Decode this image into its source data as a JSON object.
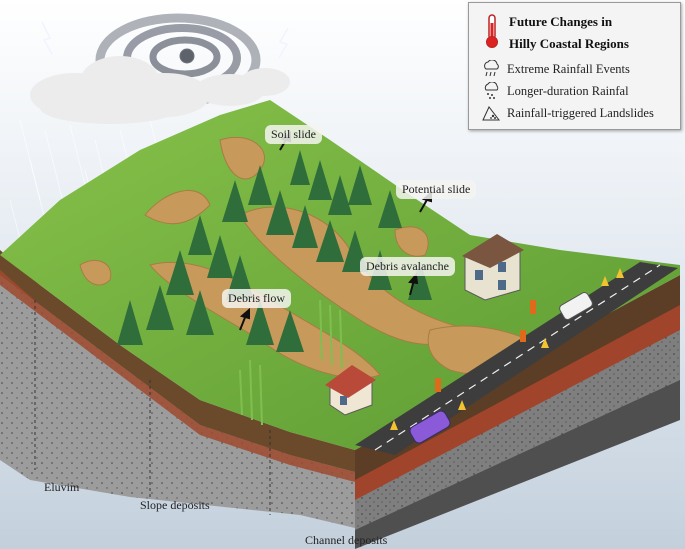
{
  "legend": {
    "title_line1": "Future Changes in",
    "title_line2": "Hilly Coastal Regions",
    "items": [
      {
        "label": "Extreme Rainfall Events",
        "icon": "rain-cloud-icon"
      },
      {
        "label": "Longer-duration Rainfal",
        "icon": "drizzle-cloud-icon"
      },
      {
        "label": "Rainfall-triggered Landslides",
        "icon": "landslide-icon"
      }
    ],
    "thermometer_icon": "thermometer-icon"
  },
  "callouts": {
    "soil_slide": "Soil slide",
    "potential_slide": "Potential slide",
    "debris_avalanche": "Debris avalanche",
    "debris_flow": "Debris flow"
  },
  "layers": {
    "eluvim": "Eluvim",
    "slope_deposits": "Slope deposits",
    "channel_deposits": "Channel deposits"
  },
  "colors": {
    "grass": "#6fae3c",
    "road": "#3d3d3d",
    "soil_brown": "#6b4a2b",
    "red_layer": "#a0442c",
    "rock_gray": "#9a9a9a",
    "landslide": "#c79a5c",
    "sky": "#c9d6e2"
  }
}
